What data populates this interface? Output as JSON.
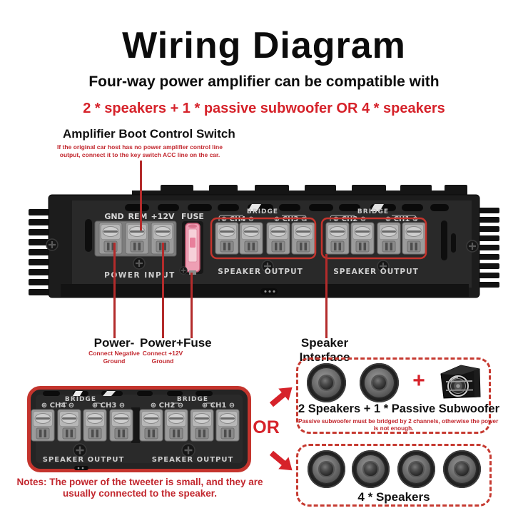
{
  "page": {
    "title": "Wiring Diagram",
    "subtitle": "Four-way power amplifier can be compatible with",
    "compatibility_line": "2 * speakers + 1 * passive subwoofer OR 4 * speakers"
  },
  "boot_switch": {
    "label": "Amplifier Boot Control Switch",
    "note_line1": "If the original car host has no power amplifier control line",
    "note_line2": "output, connect it to the key switch ACC line on the car."
  },
  "amplifier": {
    "power_terminal_labels": [
      "GND",
      "REM",
      "+12V"
    ],
    "fuse_label": "FUSE",
    "bridge_label": "BRIDGE",
    "channel_labels": [
      "⊕ CH4 ⊖",
      "⊕ CH3 ⊖",
      "⊕ CH2 ⊖",
      "⊕ CH1 ⊖"
    ],
    "power_input_label": "POWER INPUT",
    "speaker_output_label": "SPEAKER OUTPUT"
  },
  "callouts": {
    "power_negative_label": "Power-",
    "power_negative_note_line1": "Connect Negative",
    "power_negative_note_line2": "Ground",
    "power_positive_label": "Power+Fuse",
    "power_positive_note_line1": "Connect +12V",
    "power_positive_note_line2": "Ground",
    "speaker_interface_label": "Speaker Interface"
  },
  "options": {
    "or_label": "OR",
    "plus_sign": "+",
    "option1_label": "2 Speakers + 1 * Passive Subwoofer",
    "option1_note_line1": "Passive subwoofer must be bridged by 2 channels, otherwise the power",
    "option1_note_line2": "is not enough.",
    "option2_label": "4 * Speakers"
  },
  "footnote": {
    "line1": "Notes: The power of the tweeter is small, and they are",
    "line2": "usually connected to the speaker."
  },
  "colors": {
    "accent_red": "#d6222a",
    "leader_line_red": "#b32b2b",
    "highlight_box_red": "#c4342d",
    "dashed_border_red": "#c63a31",
    "amp_body_dark": "#1c1c1c",
    "fuse_pink": "#ee9fb4"
  }
}
